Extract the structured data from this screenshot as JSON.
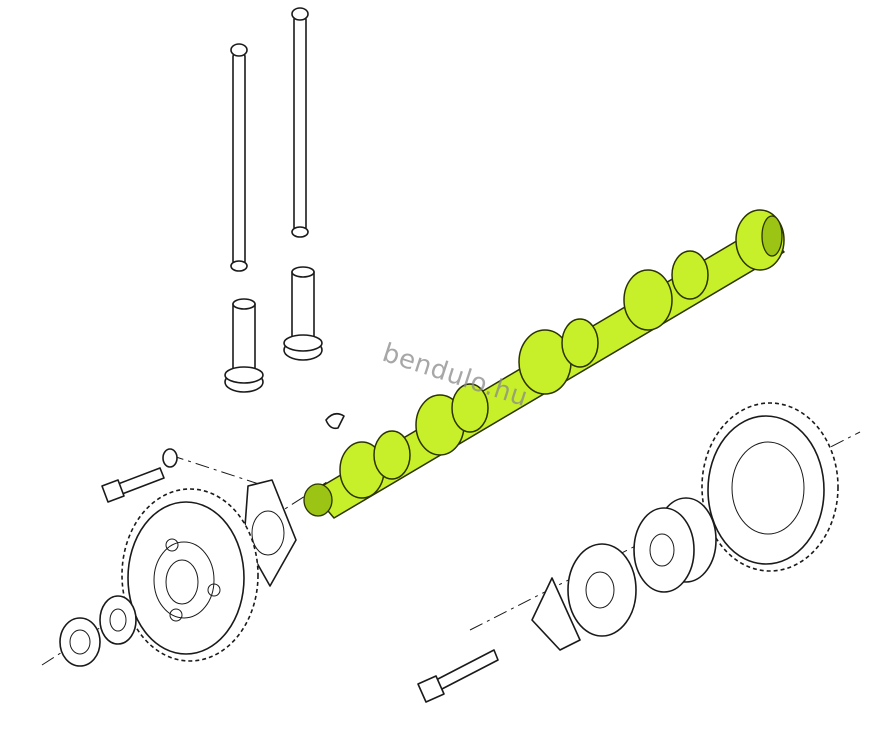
{
  "watermark": {
    "text": "bendulo.hu"
  },
  "colors": {
    "highlight": "#c8f02a",
    "line": "#1a1a1a",
    "background": "#ffffff"
  },
  "parts": [
    {
      "name": "push-rod",
      "count": 2
    },
    {
      "name": "tappet",
      "count": 2
    },
    {
      "name": "woodruff-key",
      "count": 1
    },
    {
      "name": "camshaft",
      "count": 1,
      "highlighted": true
    },
    {
      "name": "bolt",
      "count": 2
    },
    {
      "name": "lock-washer",
      "count": 1
    },
    {
      "name": "thrust-plate",
      "count": 2
    },
    {
      "name": "timing-gear",
      "count": 2
    },
    {
      "name": "flat-washer",
      "count": 1
    },
    {
      "name": "nut",
      "count": 1
    },
    {
      "name": "hub",
      "count": 1
    }
  ]
}
